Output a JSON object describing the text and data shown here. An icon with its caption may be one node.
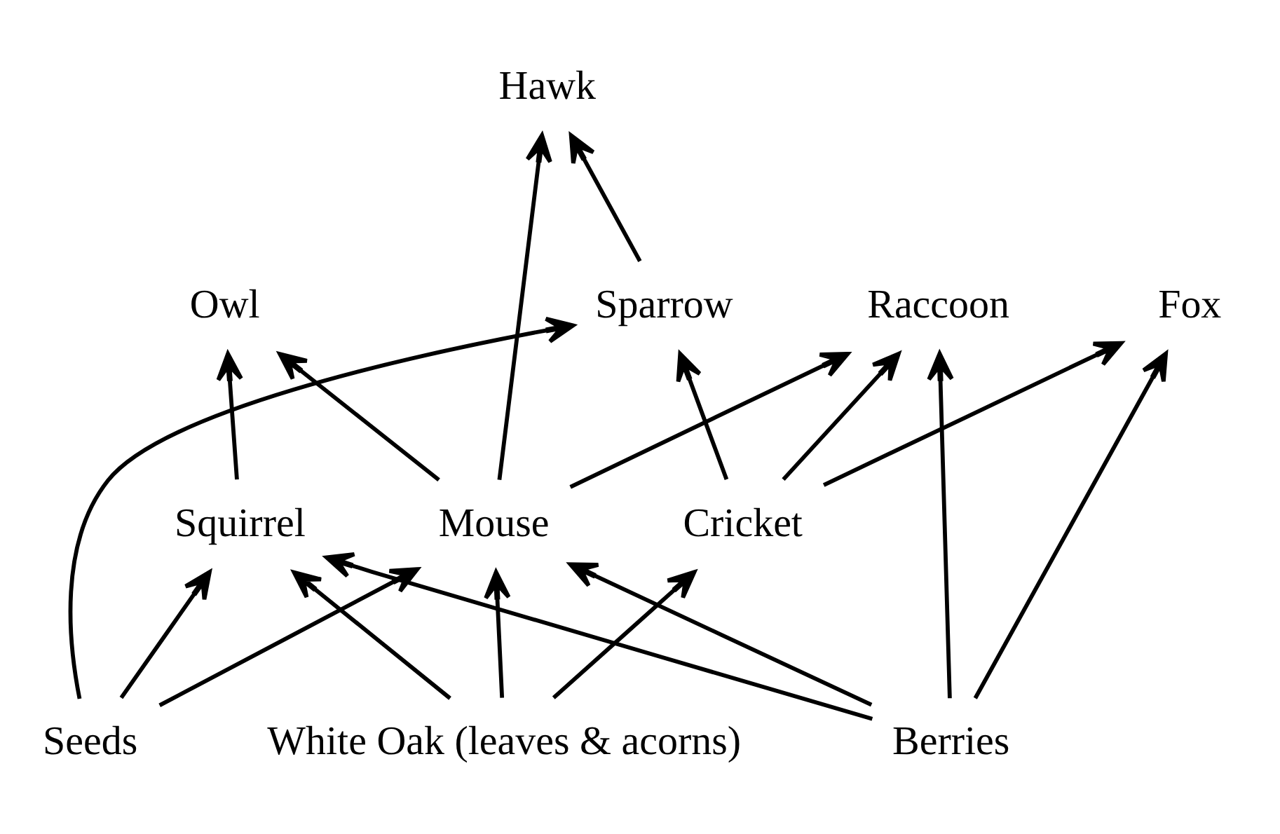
{
  "diagram": {
    "nodes": [
      {
        "text": [
          "Hawk"
        ]
      },
      {
        "text": [
          "Fox"
        ]
      },
      {
        "text": [
          "Owl"
        ]
      },
      {
        "text": [
          "Raccoon"
        ]
      },
      {
        "text": [
          "Cricket"
        ]
      },
      {
        "text": [
          "Squirrel"
        ]
      },
      {
        "text": [
          "Mouse"
        ]
      },
      {
        "text": [
          "Sparrow"
        ]
      },
      {
        "text": [
          "White Oak (leaves & acorns)"
        ]
      },
      {
        "text": [
          "Berries"
        ]
      },
      {
        "text": [
          "Seeds"
        ]
      }
    ],
    "edges": [
      {
        "from": 8,
        "to": 4,
        "arrow": "to"
      },
      {
        "from": 4,
        "to": 1,
        "arrow": "to"
      },
      {
        "from": 4,
        "to": 3,
        "arrow": "to"
      },
      {
        "from": 4,
        "to": 7,
        "arrow": "to"
      },
      {
        "from": 7,
        "to": 0,
        "arrow": "to"
      },
      {
        "from": 9,
        "to": 1,
        "arrow": "to"
      },
      {
        "from": 9,
        "to": 3,
        "arrow": "to"
      },
      {
        "from": 9,
        "to": 6,
        "arrow": "to"
      },
      {
        "from": 9,
        "to": 5,
        "arrow": "to"
      },
      {
        "from": 6,
        "to": 3,
        "arrow": "to"
      },
      {
        "from": 6,
        "to": 0,
        "arrow": "to"
      },
      {
        "from": 6,
        "to": 2,
        "arrow": "to"
      },
      {
        "from": 5,
        "to": 2,
        "arrow": "to"
      },
      {
        "from": 8,
        "to": 6,
        "arrow": "to"
      },
      {
        "from": 8,
        "to": 5,
        "arrow": "to"
      },
      {
        "from": 10,
        "to": 7,
        "arrow": "to"
      },
      {
        "from": 10,
        "to": 6,
        "arrow": "to"
      },
      {
        "from": 10,
        "to": 5,
        "arrow": "to"
      }
    ]
  }
}
